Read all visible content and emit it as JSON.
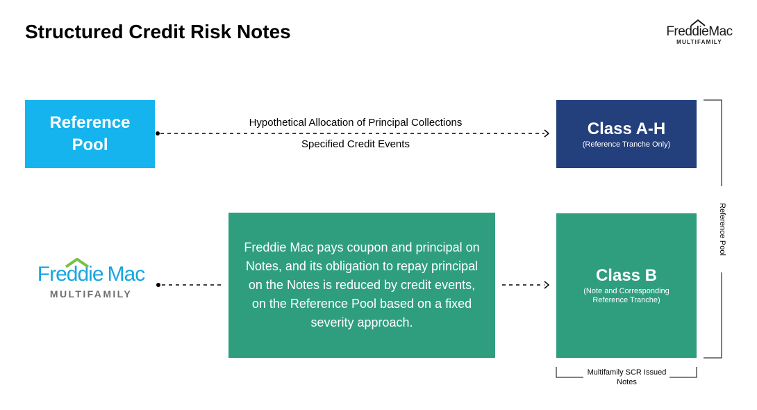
{
  "title": "Structured Credit Risk Notes",
  "header_logo": {
    "brand": "FreddieMac",
    "sub": "MULTIFAMILY"
  },
  "reference_pool_box": {
    "label": "Reference Pool",
    "color": "#16b4ee"
  },
  "flow_top": {
    "label_upper": "Hypothetical Allocation of Principal Collections",
    "label_lower": "Specified Credit Events"
  },
  "class_ah": {
    "name": "Class A-H",
    "sub": "(Reference Tranche Only)",
    "color": "#233f7c"
  },
  "explanation": {
    "text": "Freddie Mac pays coupon and principal on Notes, and its obligation to repay principal on the Notes is reduced by credit events, on the Reference Pool based on a fixed severity approach.",
    "color": "#2f9e7f"
  },
  "big_logo": {
    "word1": "Freddie",
    "word2": "Mac",
    "sub": "MULTIFAMILY",
    "brand_color": "#16a6e0",
    "sub_color": "#6d6e71"
  },
  "class_b": {
    "name": "Class B",
    "sub": "(Note and Corresponding Reference Tranche)",
    "color": "#2f9e7f"
  },
  "side_bracket_label": "Reference Pool",
  "bottom_bracket_label": "Multifamily SCR Issued Notes"
}
